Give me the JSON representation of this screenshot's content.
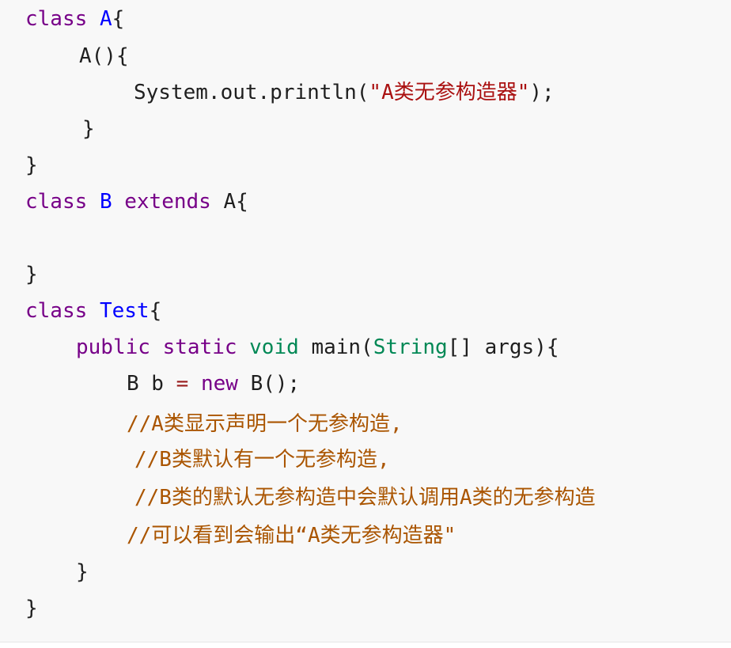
{
  "code": {
    "line1": {
      "kw": "class",
      "name": "A",
      "brace": "{"
    },
    "line2": {
      "text": "A(){"
    },
    "line3": {
      "prefix": "System.out.println(",
      "str": "\"A类无参构造器\"",
      "suffix": ");"
    },
    "line4": {
      "text": "}"
    },
    "line5": {
      "text": "}"
    },
    "line6": {
      "kw": "class",
      "name": "B",
      "kw2": "extends",
      "rest": "A{"
    },
    "line8": {
      "text": "}"
    },
    "line9": {
      "kw": "class",
      "name": "Test",
      "brace": "{"
    },
    "line10": {
      "kw1": "public",
      "kw2": "static",
      "type1": "void",
      "mid": "main(",
      "type2": "String",
      "rest": "[] args){"
    },
    "line11": {
      "pre": "B b ",
      "op": "=",
      "kw": "new",
      "post": "B();"
    },
    "line12": {
      "comment": "//A类显示声明一个无参构造,"
    },
    "line13": {
      "comment": "//B类默认有一个无参构造,"
    },
    "line14": {
      "comment": "//B类的默认无参构造中会默认调用A类的无参构造"
    },
    "line15": {
      "comment": "//可以看到会输出“A类无参构造器\""
    },
    "line16": {
      "text": "}"
    },
    "line17": {
      "text": "}"
    }
  },
  "colors": {
    "background": "#f8f8f8",
    "keyword": "#770088",
    "definition": "#0000ff",
    "type": "#008855",
    "string": "#aa1111",
    "operator": "#981a1a",
    "comment": "#aa5500",
    "text": "#1f1f1f"
  }
}
